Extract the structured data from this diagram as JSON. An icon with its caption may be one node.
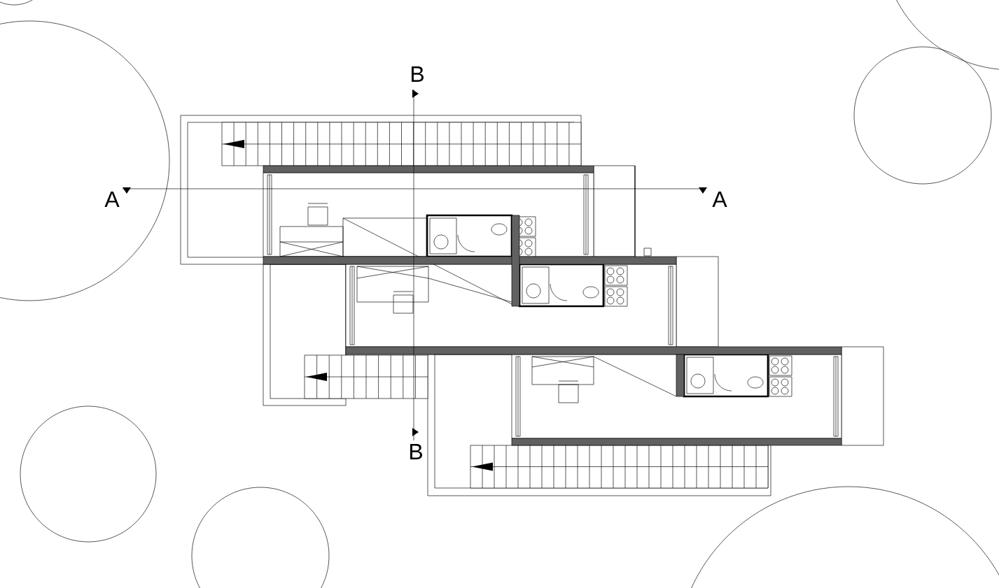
{
  "diagram": {
    "labels": [
      "B",
      "A",
      "A",
      "B"
    ]
  }
}
